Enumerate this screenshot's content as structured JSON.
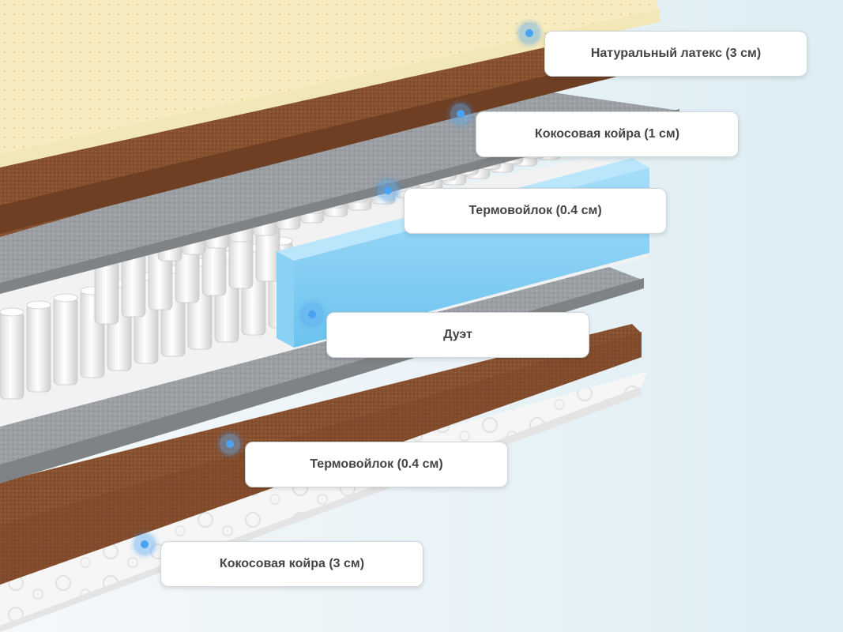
{
  "layers": [
    {
      "id": "latex",
      "label": "Натуральный латекс (3 см)",
      "color": "#f6e9b8"
    },
    {
      "id": "coir-top",
      "label": "Кокосовая койра (1 см)",
      "color": "#8a5535"
    },
    {
      "id": "felt-top",
      "label": "Термовойлок (0.4 см)",
      "color": "#9a9da0"
    },
    {
      "id": "duet",
      "label": "Дуэт",
      "color": "#8ed3f5"
    },
    {
      "id": "felt-bottom",
      "label": "Термовойлок (0.4 см)",
      "color": "#9a9da0"
    },
    {
      "id": "coir-bottom",
      "label": "Кокосовая койра (3 см)",
      "color": "#8a5535"
    }
  ],
  "colors": {
    "spring": "#ffffff",
    "cover": "#f1f1f1",
    "marker": "#4aa3f0",
    "callout_text": "#444444"
  }
}
